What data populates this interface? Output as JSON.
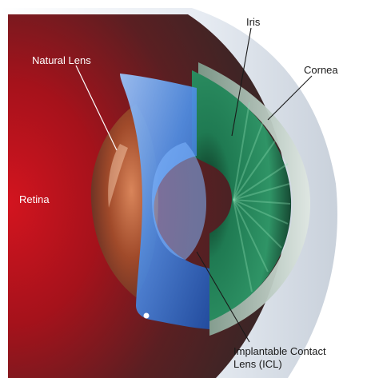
{
  "labels": {
    "iris": "Iris",
    "natural_lens": "Natural Lens",
    "cornea": "Cornea",
    "retina": "Retina",
    "icl_line1": "Implantable Contact",
    "icl_line2": "Lens (ICL)"
  },
  "colors": {
    "retina": "#b0121a",
    "choroid": "#3a2626",
    "sclera": "#e3e8ef",
    "natural_lens": "#b0572f",
    "icl": "#4f8fe6",
    "iris": "#1f7a52",
    "cornea": "#9fb8a8"
  }
}
